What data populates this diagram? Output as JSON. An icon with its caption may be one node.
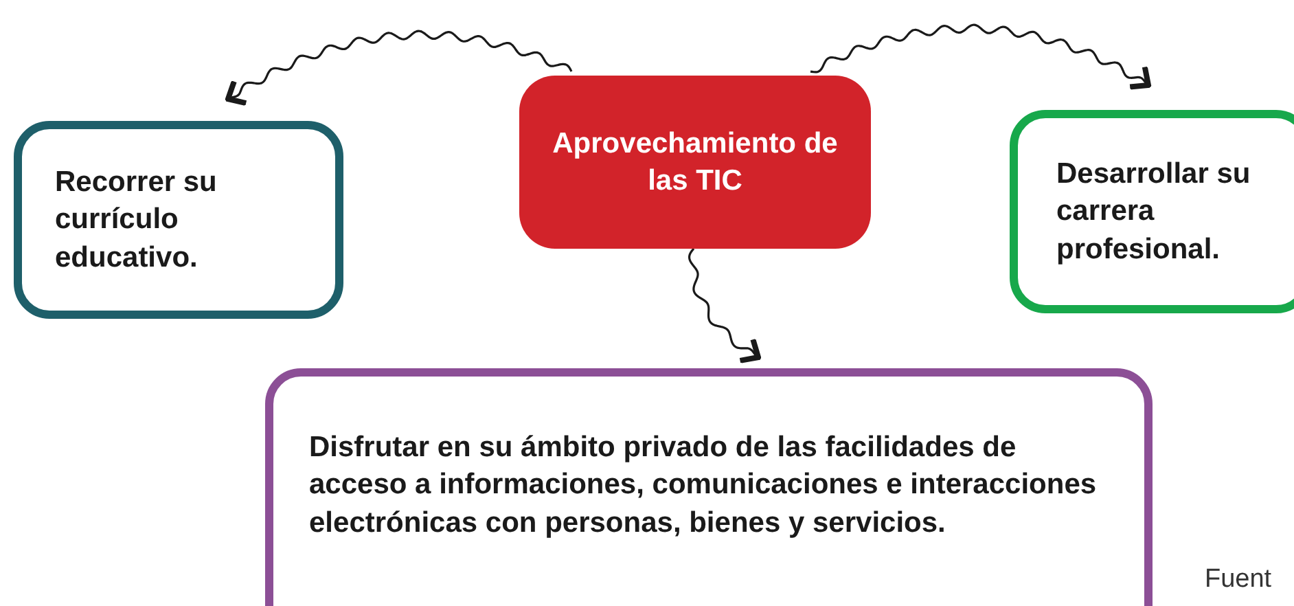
{
  "diagram": {
    "nodes": [
      {
        "text": [
          "Aprovechamiento de las TIC"
        ]
      },
      {
        "text": [
          "Recorrer su currículo educativo."
        ]
      },
      {
        "text": [
          "Desarrollar su carrera profesional."
        ]
      },
      {
        "text": [
          "Disfrutar en su ámbito privado de las facilidades de acceso a informaciones, comunicaciones e interacciones electrónicas con personas, bienes y servicios."
        ]
      }
    ],
    "edges": [
      {
        "from": 0,
        "to": 1,
        "arrow": "to"
      },
      {
        "from": 0,
        "to": 2,
        "arrow": "to"
      },
      {
        "from": 0,
        "to": 3,
        "arrow": "to"
      }
    ],
    "labels": [
      "Fuent"
    ]
  }
}
